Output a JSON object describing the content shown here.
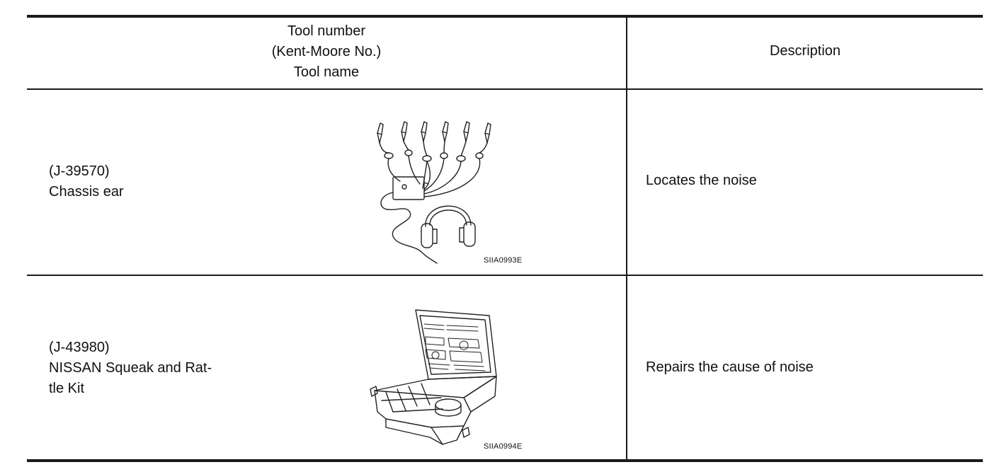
{
  "header": {
    "tool_column": "Tool number\n(Kent-Moore No.)\nTool name",
    "description_column": "Description"
  },
  "rows": [
    {
      "tool": "(J-39570)\nChassis ear",
      "figure_code": "SIIA0993E",
      "figure_icon": "chassis-ear-illustration",
      "description": "Locates the noise"
    },
    {
      "tool": "(J-43980)\nNISSAN Squeak and Rat-\ntle Kit",
      "figure_code": "SIIA0994E",
      "figure_icon": "squeak-rattle-kit-case-illustration",
      "description": "Repairs the cause of noise"
    }
  ]
}
